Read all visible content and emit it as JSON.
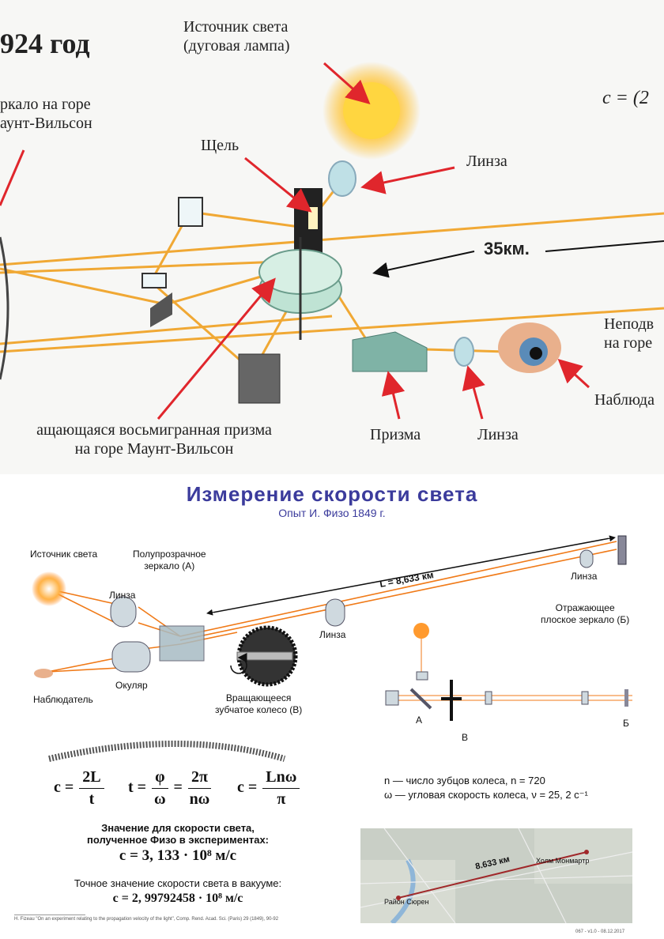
{
  "top": {
    "year": "924 год",
    "labels": {
      "light_source": "Источник света\n(дуговая лампа)",
      "mirror_mount": "ркало на горе\nаунт-Вильсон",
      "formula_partial": "c = (2",
      "slit": "Щель",
      "lens_right": "Линза",
      "distance": "35км.",
      "fixed_mirror": "Неподв\nна горе",
      "observer": "Наблюда",
      "rotating_prism": "ащающаяся восьмигранная призма\nна горе Маунт-Вильсон",
      "prism": "Призма",
      "lens_bottom": "Линза"
    }
  },
  "bottom": {
    "title": "Измерение скорости света",
    "subtitle": "Опыт И. Физо 1849 г.",
    "labels": {
      "light_source": "Источник света",
      "half_mirror": "Полупрозрачное\nзеркало (А)",
      "lens_left": "Линза",
      "eyepiece": "Окуляр",
      "observer": "Наблюдатель",
      "rotating_wheel": "Вращающееся\nзубчатое колесо (В)",
      "lens_mid": "Линза",
      "lens_far": "Линза",
      "flat_mirror": "Отражающее\nплоское зеркало (Б)",
      "distance": "L = 8,633 км",
      "schema_a": "А",
      "schema_b": "В",
      "schema_c": "Б"
    },
    "formulas": {
      "f1_lhs": "c =",
      "f1_num": "2L",
      "f1_den": "t",
      "f2_lhs": "t =",
      "f2_num1": "φ",
      "f2_den1": "ω",
      "f2_eq": "=",
      "f2_num2": "2π",
      "f2_den2": "nω",
      "f3_lhs": "c =",
      "f3_num": "Lnω",
      "f3_den": "π"
    },
    "notes": {
      "n_line": "n — число зубцов колеса,  n = 720",
      "w_line": "ω — угловая скорость колеса,  ν = 25, 2 c⁻¹"
    },
    "result_label": "Значение для скорости света,\nполученное Физо в экспериментах:",
    "result_value": "c = 3, 133 · 10⁸  м/с",
    "exact_label": "Точное значение скорости света в вакууме:",
    "exact_value": "c = 2, 99792458 · 10⁸  м/с",
    "map": {
      "distance": "8.633 км",
      "place1": "Холм Монмартр",
      "place2": "Район Сюрен"
    },
    "footnote": "H. Fizeau \"On an experiment relating to the propagation velocity of the light\", Comp. Rend. Acad. Sci. (Paris) 29 (1849), 90-92",
    "version": "067 - v1.0 - 08.12.2017"
  }
}
